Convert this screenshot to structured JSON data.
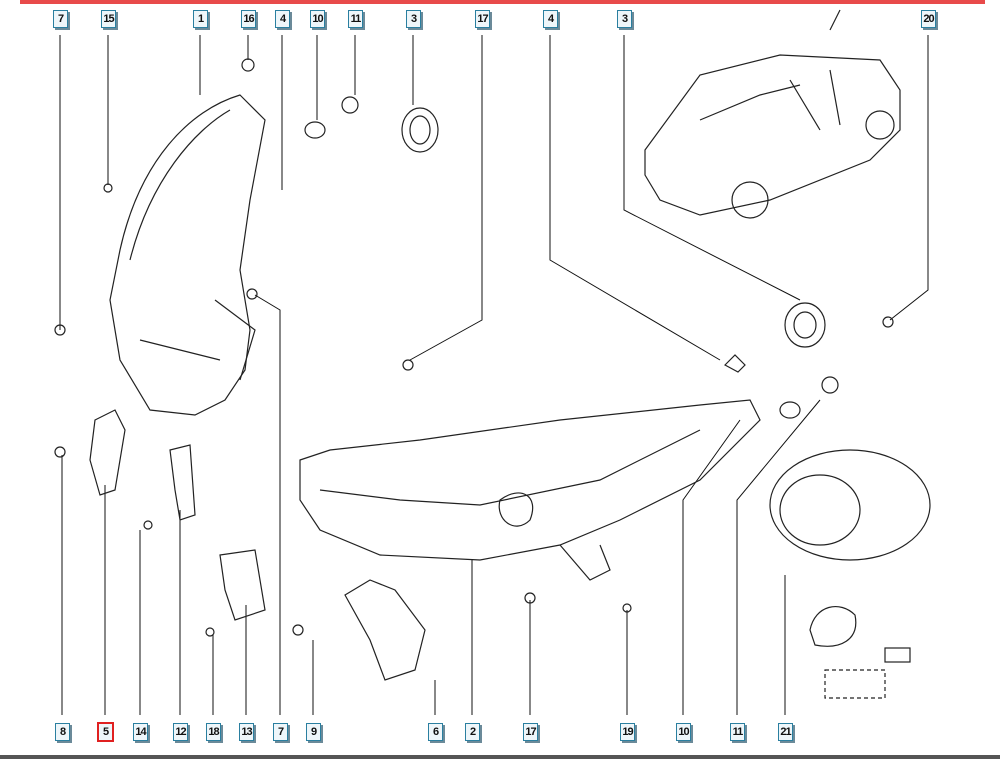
{
  "diagram": {
    "top_labels": [
      "7",
      "15",
      "1",
      "16",
      "4",
      "10",
      "11",
      "3",
      "17",
      "4",
      "3",
      "20"
    ],
    "bottom_labels": [
      "8",
      "5",
      "14",
      "12",
      "18",
      "13",
      "7",
      "9",
      "6",
      "2",
      "17",
      "19",
      "10",
      "11",
      "21"
    ],
    "selected_label": "5",
    "colors": {
      "accent": "#e84a4a",
      "label_border": "#2a7fa0",
      "selected": "#e02020"
    }
  }
}
